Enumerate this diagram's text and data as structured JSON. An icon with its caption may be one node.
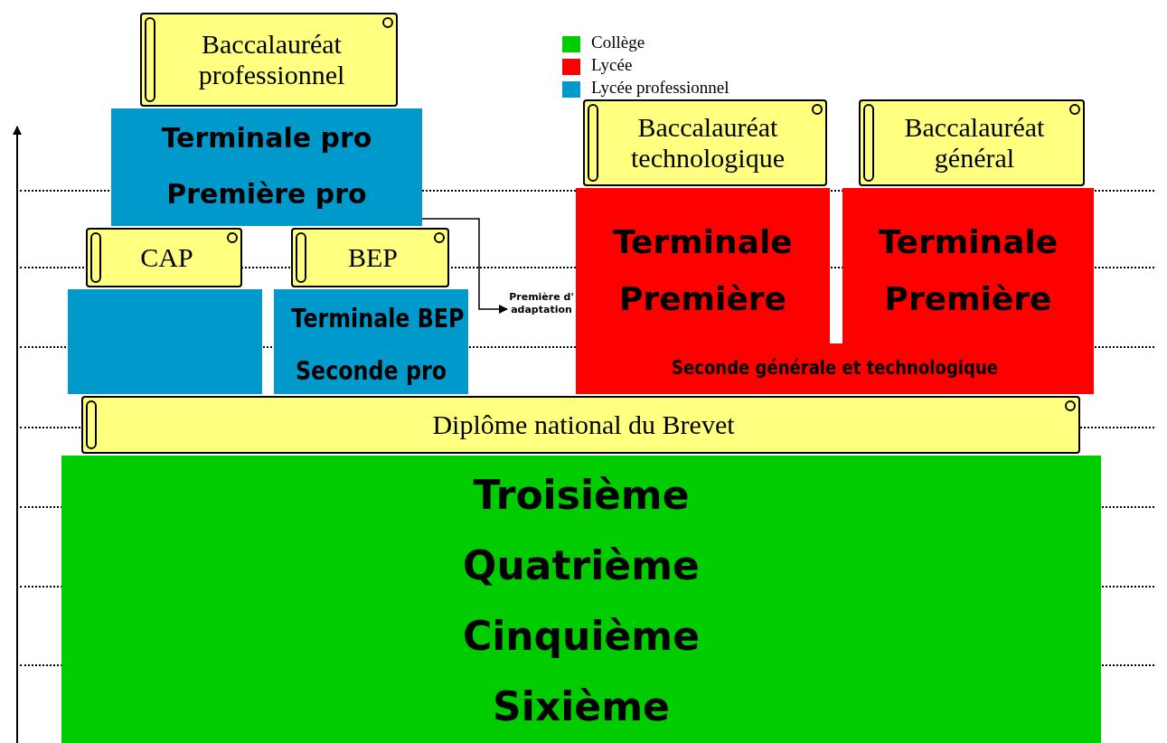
{
  "diagram": {
    "nodes": [
      {
        "text": [
          "Terminale pro",
          "Première pro"
        ]
      },
      {
        "text": [
          "Baccalauréat professionnel"
        ]
      },
      {
        "text": [],
        "shape": "box"
      },
      {
        "text": [
          "CAP"
        ]
      },
      {
        "text": [
          "Terminale BEP",
          "Seconde pro"
        ]
      },
      {
        "text": [
          "BEP"
        ]
      },
      {
        "text": [
          "Première d' adaptation"
        ]
      },
      {
        "text": [
          "Terminale",
          "Première"
        ]
      },
      {
        "text": [
          "Baccalauréat technologique"
        ]
      },
      {
        "text": [
          "Terminale",
          "Première"
        ]
      },
      {
        "text": [
          "Baccalauréat général"
        ]
      },
      {
        "text": [
          "Seconde générale et technologique"
        ]
      },
      {
        "text": [
          "Troisième",
          "Quatrième",
          "Cinquième",
          "Sixième"
        ]
      },
      {
        "text": [
          "Diplôme national du Brevet"
        ]
      }
    ],
    "edges": [
      {
        "from": 0,
        "to": 6,
        "arrow": "to"
      }
    ],
    "legend": [
      {
        "text": "Collège",
        "color": "#00cc00"
      },
      {
        "text": "Lycée",
        "color": "#ff0000"
      },
      {
        "text": "Lycée professionnel",
        "color": "#0099cc"
      }
    ]
  }
}
